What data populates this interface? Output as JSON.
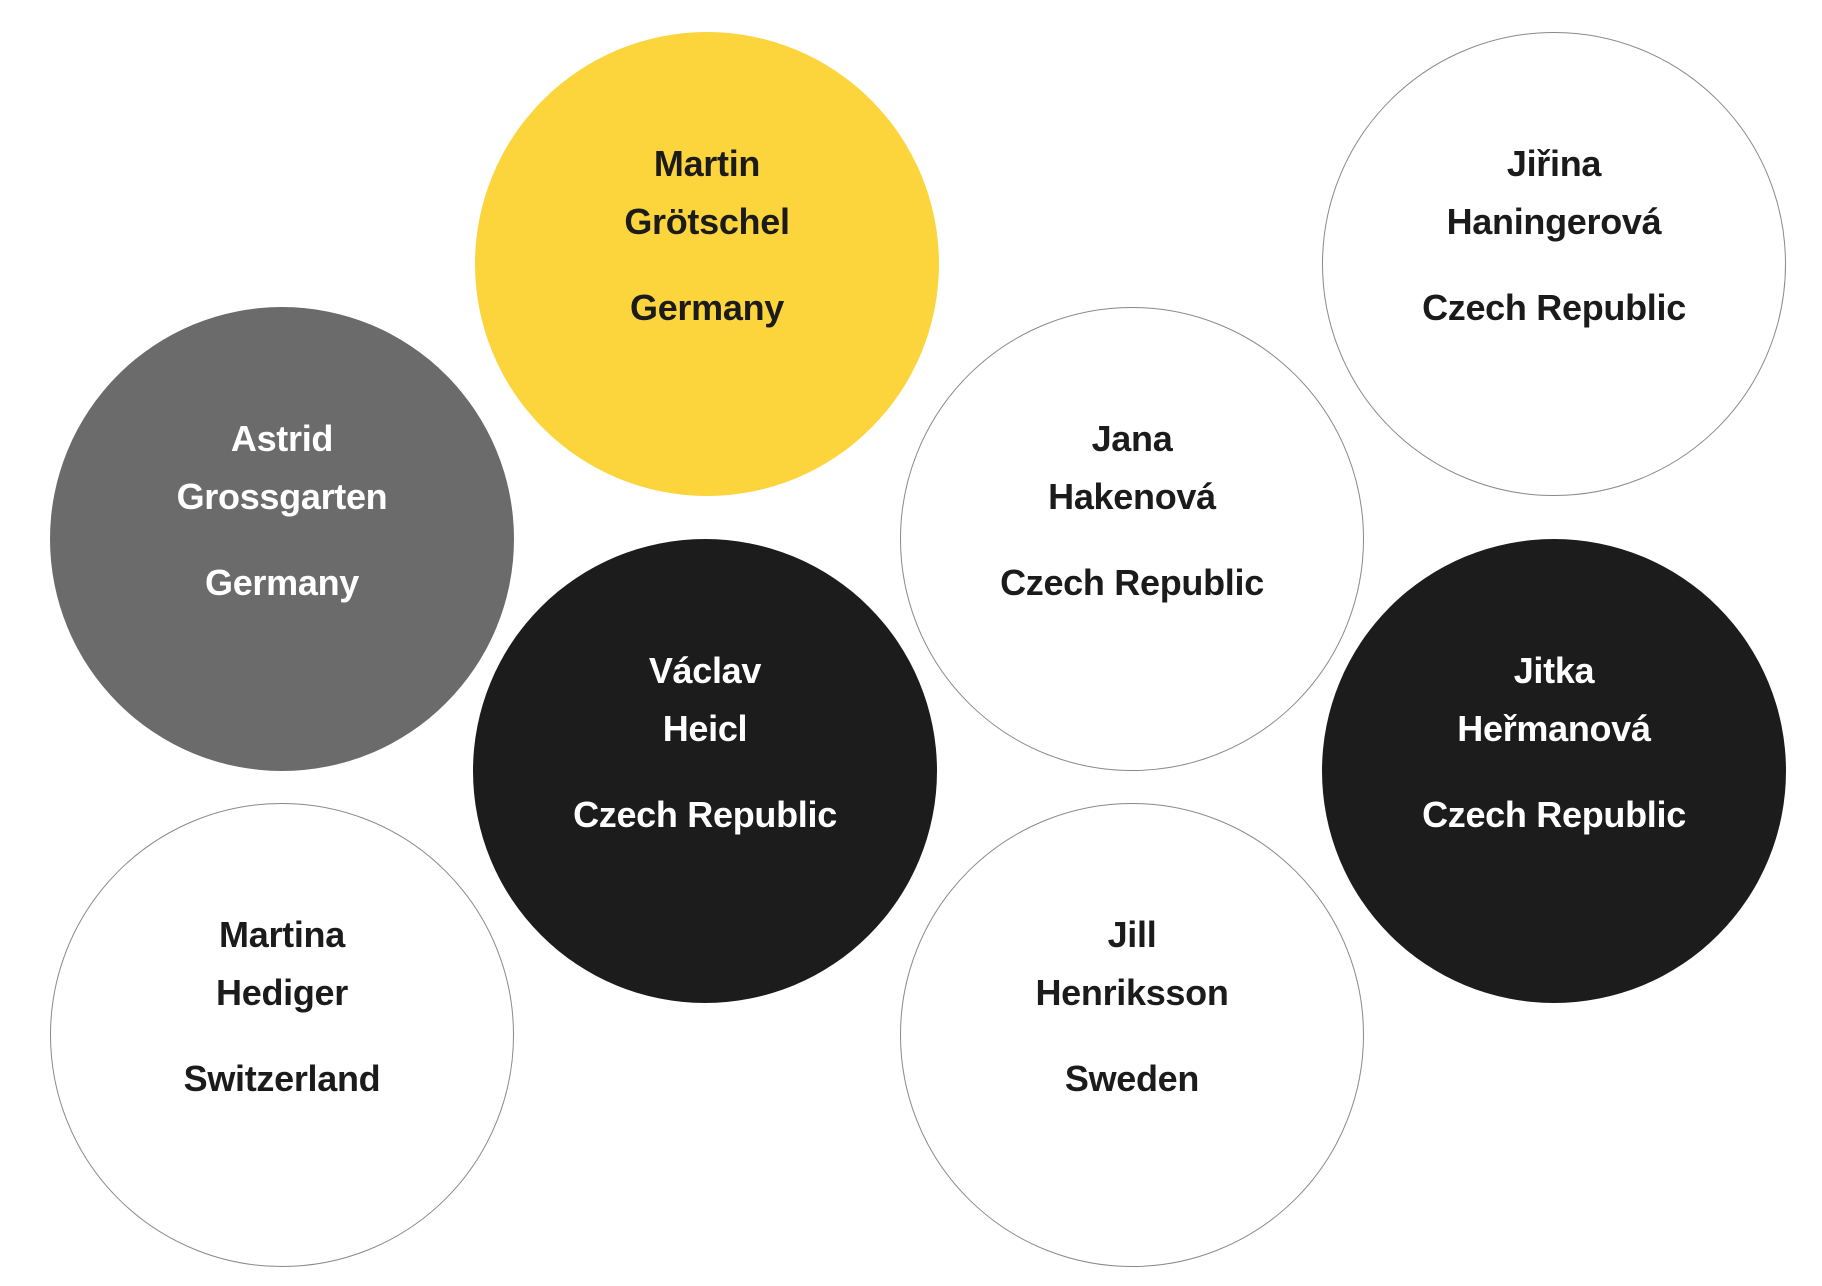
{
  "people": [
    {
      "first": "Martin",
      "last": "Grötschel",
      "country": "Germany",
      "theme": "yellow"
    },
    {
      "first": "Jiřina",
      "last": "Haningerová",
      "country": "Czech Republic",
      "theme": "white"
    },
    {
      "first": "Astrid",
      "last": "Grossgarten",
      "country": "Germany",
      "theme": "gray"
    },
    {
      "first": "Jana",
      "last": "Hakenová",
      "country": "Czech Republic",
      "theme": "white"
    },
    {
      "first": "Václav",
      "last": "Heicl",
      "country": "Czech Republic",
      "theme": "black"
    },
    {
      "first": "Jitka",
      "last": "Heřmanová",
      "country": "Czech Republic",
      "theme": "black"
    },
    {
      "first": "Martina",
      "last": "Hediger",
      "country": "Switzerland",
      "theme": "white"
    },
    {
      "first": "Jill",
      "last": "Henriksson",
      "country": "Sweden",
      "theme": "white"
    }
  ],
  "colors": {
    "yellow": "#fcd43b",
    "gray": "#6b6b6b",
    "black": "#1c1c1c",
    "white": "#ffffff",
    "outline": "#8a8a8a",
    "dark_text": "#1b1b1b",
    "light_text": "#ffffff"
  }
}
